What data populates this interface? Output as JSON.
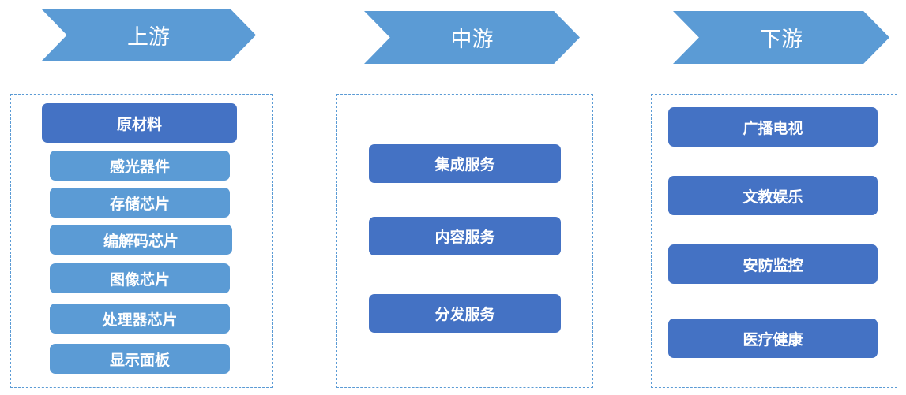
{
  "colors": {
    "chevron": "#5b9bd5",
    "box_dark": "#4472c4",
    "box_light": "#5b9bd5",
    "panel_border": "#5b9bd5"
  },
  "upstream": {
    "header": "上游",
    "main": "原材料",
    "items": [
      "感光器件",
      "存储芯片",
      "编解码芯片",
      "图像芯片",
      "处理器芯片",
      "显示面板"
    ]
  },
  "midstream": {
    "header": "中游",
    "items": [
      "集成服务",
      "内容服务",
      "分发服务"
    ]
  },
  "downstream": {
    "header": "下游",
    "items": [
      "广播电视",
      "文教娱乐",
      "安防监控",
      "医疗健康"
    ]
  }
}
